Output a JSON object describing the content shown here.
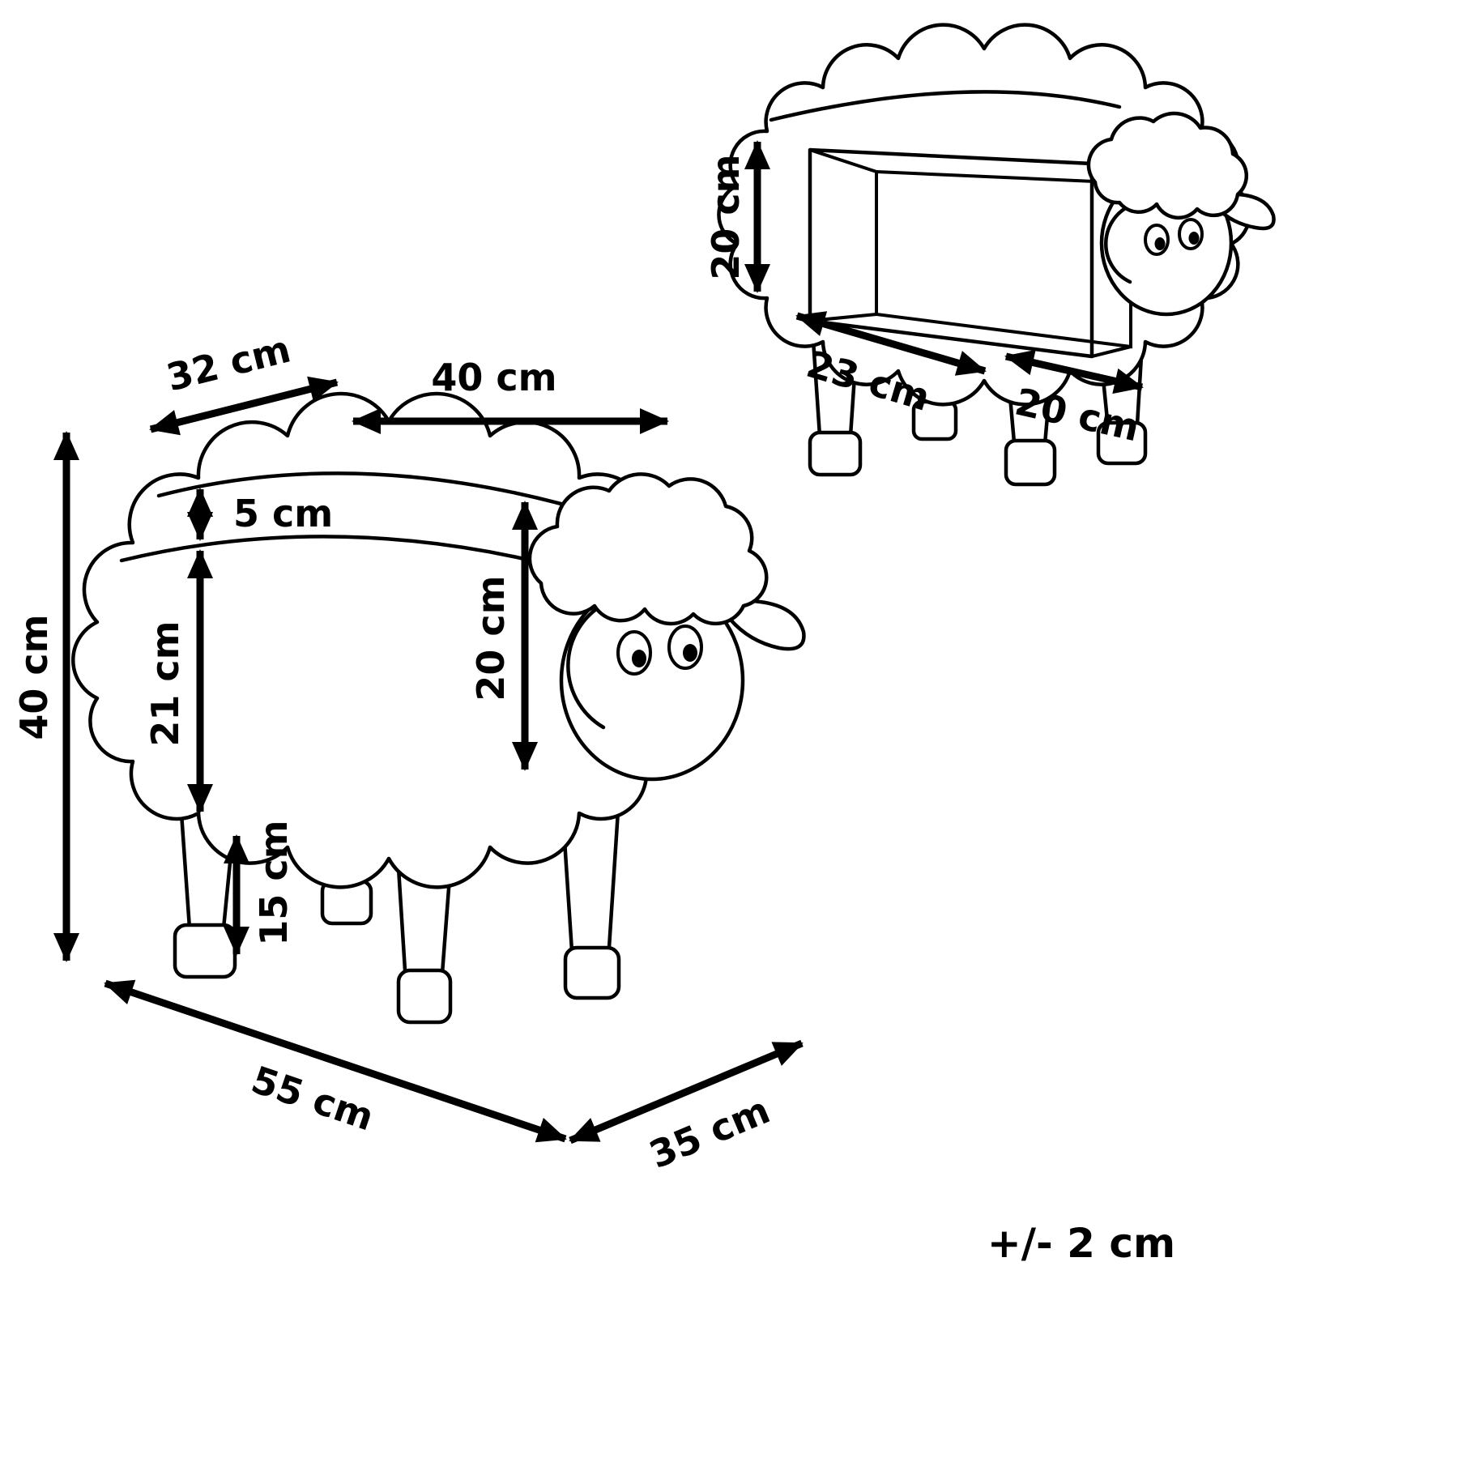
{
  "diagram": {
    "tolerance_note": "+/- 2 cm",
    "main_view": {
      "seat_depth": "32 cm",
      "seat_length": "40 cm",
      "lid_thickness": "5 cm",
      "body_height": "21 cm",
      "head_height": "20 cm",
      "total_height": "40 cm",
      "leg_height": "15 cm",
      "overall_length": "55 cm",
      "overall_depth": "35 cm"
    },
    "storage_view": {
      "opening_height": "20 cm",
      "opening_depth": "23 cm",
      "opening_width": "20 cm"
    }
  }
}
